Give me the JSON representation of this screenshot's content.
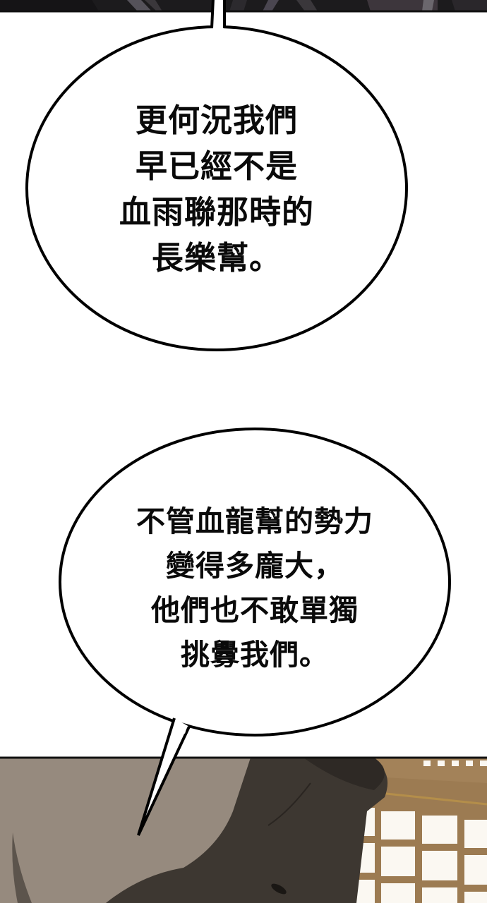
{
  "page": {
    "type": "webtoon-panel-strip",
    "background": "#ffffff"
  },
  "colors": {
    "panel_border": "#111111",
    "top_panel_dark": "#1c1b1d",
    "top_panel_mid": "#3a373b",
    "top_panel_light": "#6b676d",
    "bubble_fill": "#ffffff",
    "bubble_stroke": "#000000",
    "text": "#0a0a0a",
    "wall_grey": "#968a7e",
    "figure_dark": "#3d3731",
    "window_frame": "#9c7b52",
    "window_beam": "#8d6e46",
    "window_paper": "#fbf8f2"
  },
  "panels": {
    "top": {
      "description": "dark cloth/figure artwork cropped at top edge"
    },
    "bottom": {
      "description": "figure silhouette in front of lattice window"
    }
  },
  "bubbles": [
    {
      "id": "bubble-1",
      "lines": [
        "更何況我們",
        "早已經不是",
        "血雨聯那時的",
        "長樂幫。"
      ],
      "tail_direction": "up"
    },
    {
      "id": "bubble-2",
      "lines": [
        "不管血龍幫的勢力",
        "變得多龐大，",
        "他們也不敢單獨",
        "挑釁我們。"
      ],
      "tail_direction": "down-left"
    }
  ]
}
